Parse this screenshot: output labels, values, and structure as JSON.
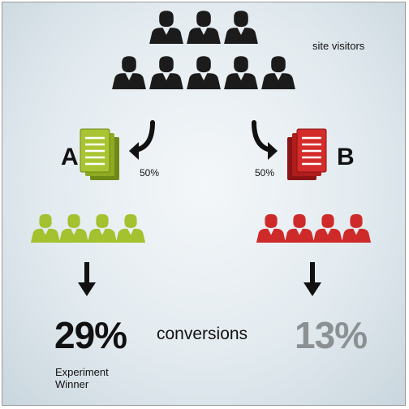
{
  "visitors_label": "site visitors",
  "variant_a": {
    "letter": "A",
    "split": "50%",
    "conversion_rate": "29%",
    "winner_text": "Experiment Winner",
    "color": "#a4c12f"
  },
  "variant_b": {
    "letter": "B",
    "split": "50%",
    "conversion_rate": "13%",
    "color": "#cf2a2a"
  },
  "conversions_label": "conversions",
  "colors": {
    "visitor": "#1b1b1b",
    "rate_b_text": "#8b9193"
  },
  "icons": {
    "person": "person-icon",
    "document": "document-stack-icon",
    "arrow": "arrow-icon"
  }
}
